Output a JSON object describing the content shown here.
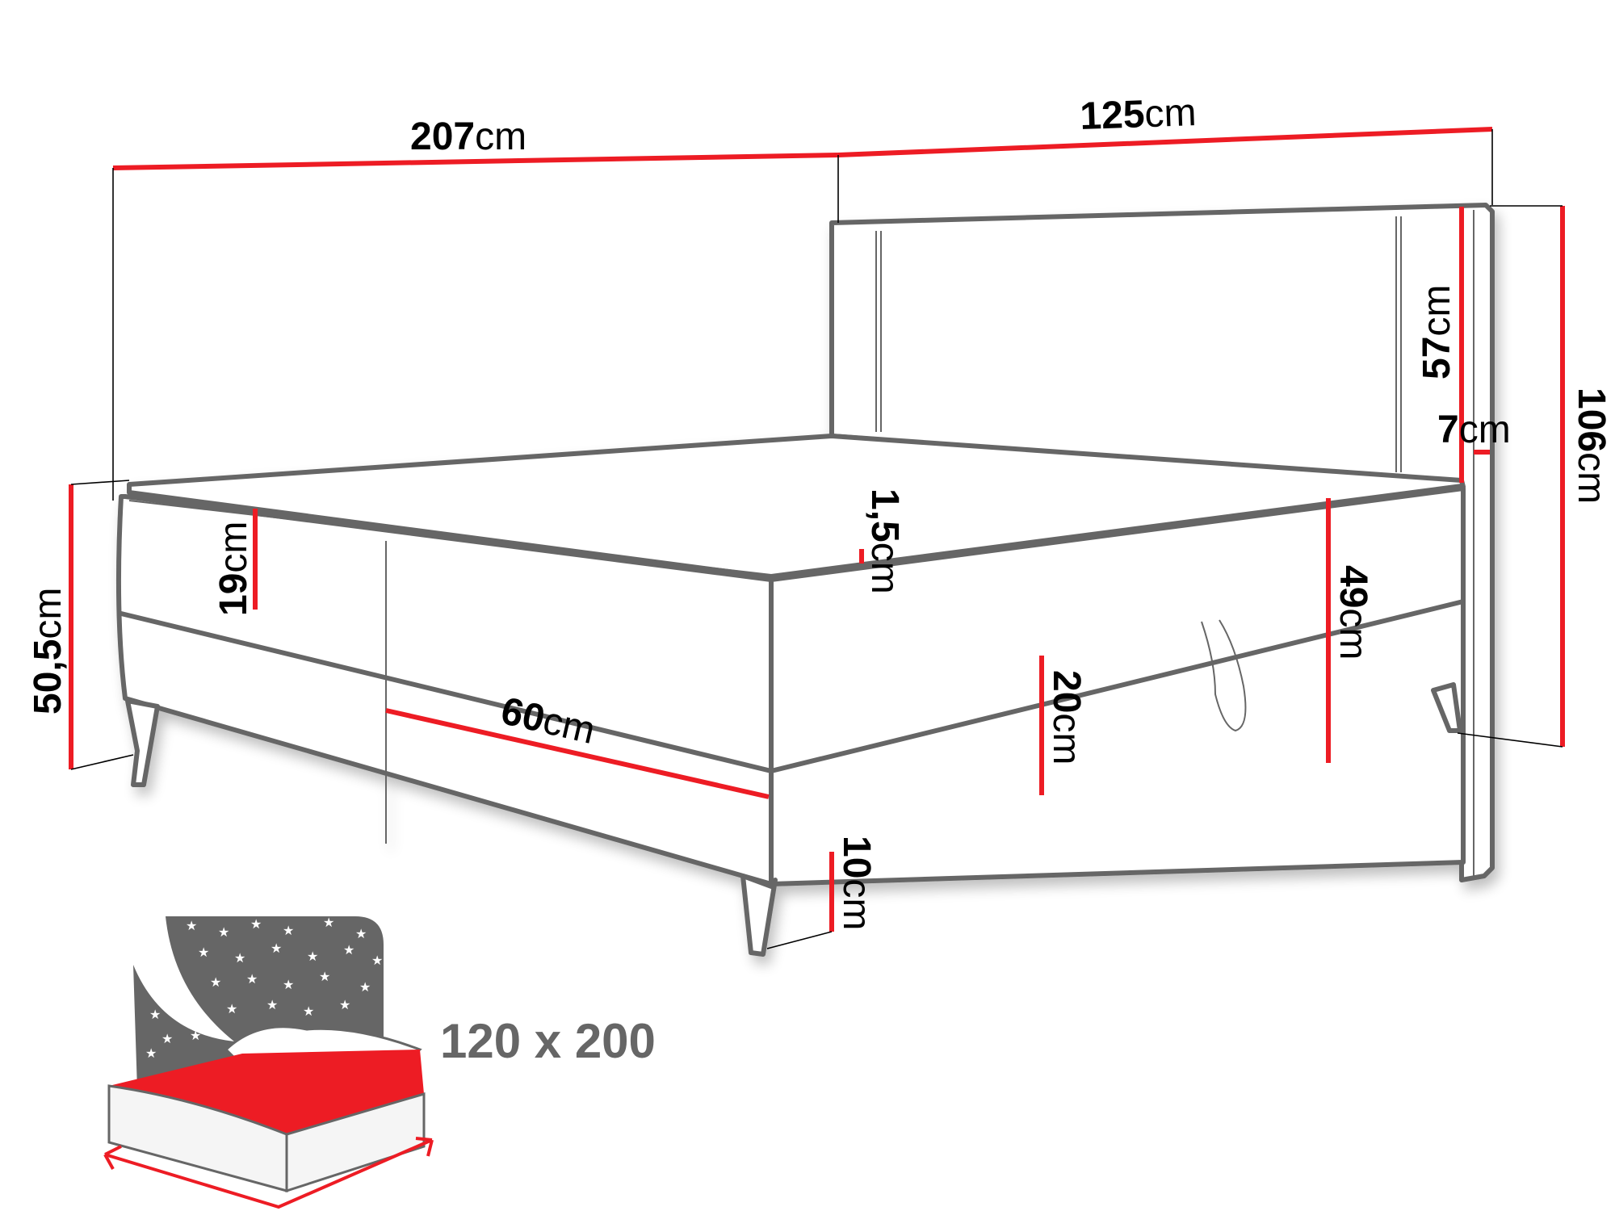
{
  "title": "Boxspring bed dimension drawing",
  "colors": {
    "dimension_line": "#ed1c24",
    "outline": "#666666",
    "text": "#000000",
    "icon_gray": "#666666",
    "icon_red": "#ed1c24",
    "background": "#ffffff"
  },
  "dimensions": {
    "length": {
      "value": "207",
      "unit": "cm"
    },
    "width": {
      "value": "125",
      "unit": "cm"
    },
    "total_height": {
      "value": "106",
      "unit": "cm"
    },
    "headboard_height": {
      "value": "57",
      "unit": "cm"
    },
    "headboard_thickness": {
      "value": "7",
      "unit": "cm"
    },
    "bed_height": {
      "value": "50,5",
      "unit": "cm"
    },
    "topper_thickness": {
      "value": "19",
      "unit": "cm"
    },
    "topper_layer": {
      "value": "1,5",
      "unit": "cm"
    },
    "side_height": {
      "value": "49",
      "unit": "cm"
    },
    "drawer_height": {
      "value": "20",
      "unit": "cm"
    },
    "drawer_length": {
      "value": "60",
      "unit": "cm"
    },
    "leg_height": {
      "value": "10",
      "unit": "cm"
    }
  },
  "mattress_icon": {
    "label": "120 x 200",
    "icon": "bed-size-icon"
  }
}
